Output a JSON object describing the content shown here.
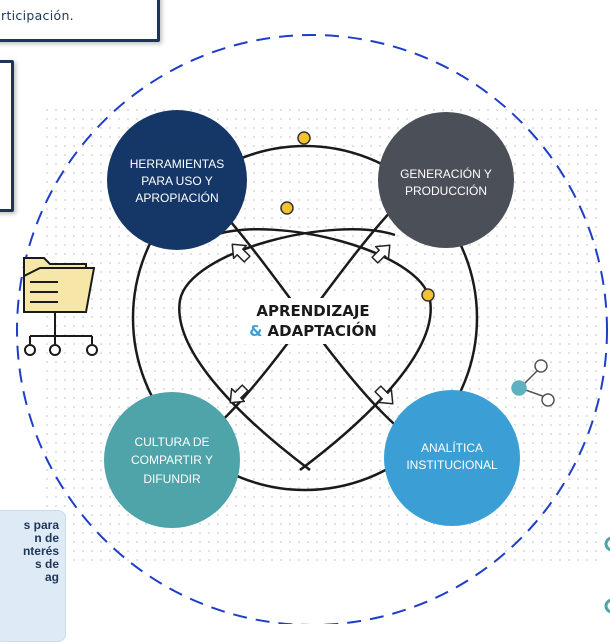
{
  "annotations": {
    "top_text": "rticipación.",
    "callout_lines": [
      "s para",
      "n de",
      "nterés",
      "s de",
      "ag"
    ]
  },
  "diagram": {
    "center": {
      "line1": "APRENDIZAJE",
      "line2_amp": "& ",
      "line2": "ADAPTACIÓN"
    },
    "nodes": {
      "herramientas": {
        "line1": "HERRAMIENTAS",
        "line2": "PARA USO Y",
        "line3": "APROPIACIÓN",
        "color": "#143767"
      },
      "generacion": {
        "line1": "GENERACIÓN Y",
        "line2": "PRODUCCIÓN",
        "color": "#4b4f58"
      },
      "cultura": {
        "line1": "CULTURA DE",
        "line2": "COMPARTIR Y",
        "line3": "DIFUNDIR",
        "color": "#4ea4a8"
      },
      "analitica": {
        "line1": "ANALÍTICA",
        "line2": "INSTITUCIONAL",
        "color": "#3b9fd6"
      }
    },
    "accent_colors": {
      "dot": "#f2c230",
      "dashed_circle": "#1e3ec8",
      "share_icon": "#5fb0c0"
    }
  }
}
